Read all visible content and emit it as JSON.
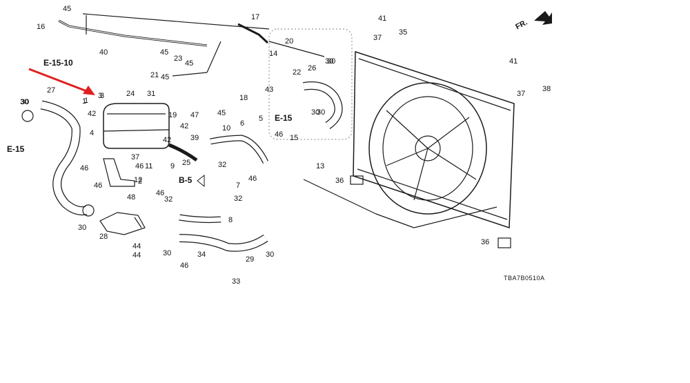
{
  "diagram": {
    "direction_label": "FR.",
    "drawing_code": "TBA7B0510A",
    "callout_color": "#e02020",
    "ref_labels": [
      "E-15-10",
      "E-15",
      "E-15",
      "B-5"
    ],
    "part_numbers": [
      "45",
      "16",
      "17",
      "20",
      "41",
      "35",
      "37",
      "40",
      "45",
      "23",
      "45",
      "21",
      "45",
      "14",
      "22",
      "26",
      "30",
      "41",
      "38",
      "37",
      "3",
      "1",
      "27",
      "30",
      "31",
      "19",
      "47",
      "42",
      "18",
      "43",
      "24",
      "46",
      "42",
      "4",
      "42",
      "45",
      "5",
      "15",
      "30",
      "10",
      "6",
      "39",
      "37",
      "46",
      "25",
      "46",
      "12",
      "11",
      "46",
      "46",
      "9",
      "7",
      "13",
      "36",
      "32",
      "46",
      "32",
      "8",
      "48",
      "32",
      "28",
      "44",
      "44",
      "30",
      "30",
      "34",
      "29",
      "46",
      "33",
      "36",
      "30",
      "30",
      "30",
      "30",
      "1",
      "2",
      "3"
    ]
  }
}
